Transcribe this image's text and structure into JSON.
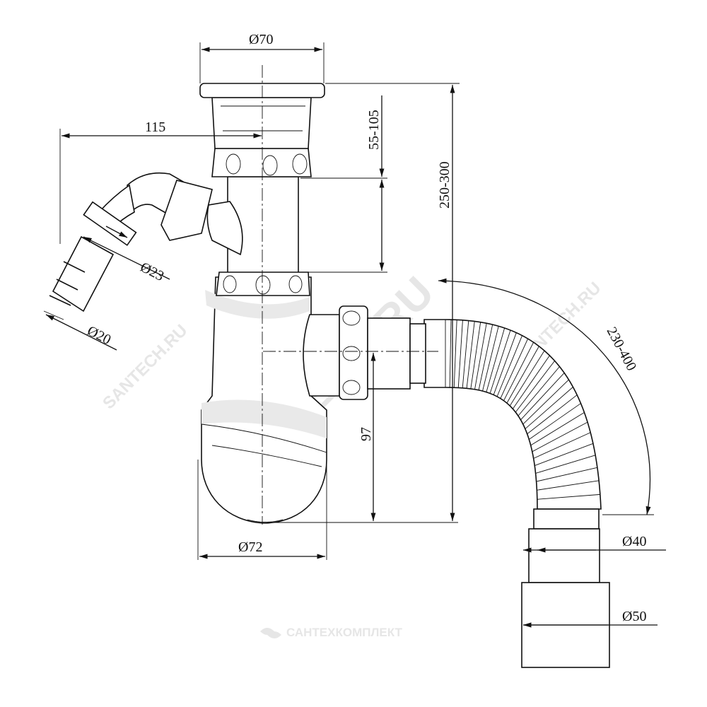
{
  "dimensions": {
    "d70": "Ø70",
    "d72": "Ø72",
    "d23": "Ø23",
    "d20": "Ø20",
    "d40": "Ø40",
    "d50": "Ø50",
    "len115": "115",
    "h55_105": "55-105",
    "h250_300": "250-300",
    "h97": "97",
    "len230_400": "230-400"
  },
  "watermarks": {
    "main": "SANTECH.RU",
    "small_left": "SANTECH.RU",
    "small_right": "SANTECH.RU",
    "brand": "САНТЕХКОМПЛЕКТ"
  },
  "colors": {
    "line": "#111111",
    "fill": "#ffffff",
    "shade": "#e9e9e9",
    "watermark": "#e6e6e6"
  }
}
